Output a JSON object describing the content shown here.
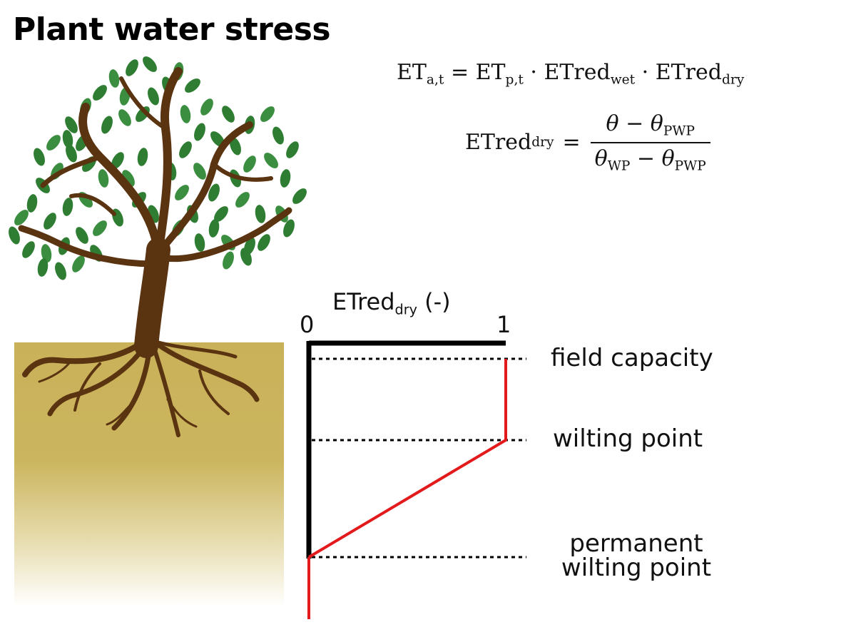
{
  "title": "Plant water stress",
  "equations": {
    "eq1": {
      "lhs": "ET",
      "lhs_sub": "a,t",
      "eq": "=",
      "t1": "ET",
      "t1_sub": "p,t",
      "dot": "·",
      "t2": "ETred",
      "t2_sub": "wet",
      "t3": "ETred",
      "t3_sub": "dry"
    },
    "eq2": {
      "lhs": "ETred",
      "lhs_sub": "dry",
      "eq": "=",
      "num_a": "θ",
      "num_op": "−",
      "num_b": "θ",
      "num_b_sub": "PWP",
      "den_a": "θ",
      "den_a_sub": "WP",
      "den_op": "−",
      "den_b": "θ",
      "den_b_sub": "PWP"
    }
  },
  "axis": {
    "title": "ETred",
    "title_sub": "dry",
    "title_unit": "(-)",
    "tick_min": "0",
    "tick_max": "1"
  },
  "levels": {
    "field_capacity": "field capacity",
    "wilting_point": "wilting point",
    "pwp_line1": "permanent",
    "pwp_line2": "wilting point"
  },
  "colors": {
    "curve": "#e31a1c",
    "axis": "#000000",
    "soil_top": "#c9b15a",
    "leaf": "#2e7d32",
    "trunk": "#5a3311"
  },
  "chart_data": {
    "type": "line",
    "xlabel": "ETred_dry (-)",
    "xlim": [
      0,
      1
    ],
    "y_categories": [
      "field capacity",
      "wilting point",
      "permanent wilting point"
    ],
    "series": [
      {
        "points": [
          {
            "y": "field capacity",
            "x": 1
          },
          {
            "y": "wilting point",
            "x": 1
          },
          {
            "y": "permanent wilting point",
            "x": 0
          }
        ]
      }
    ]
  }
}
